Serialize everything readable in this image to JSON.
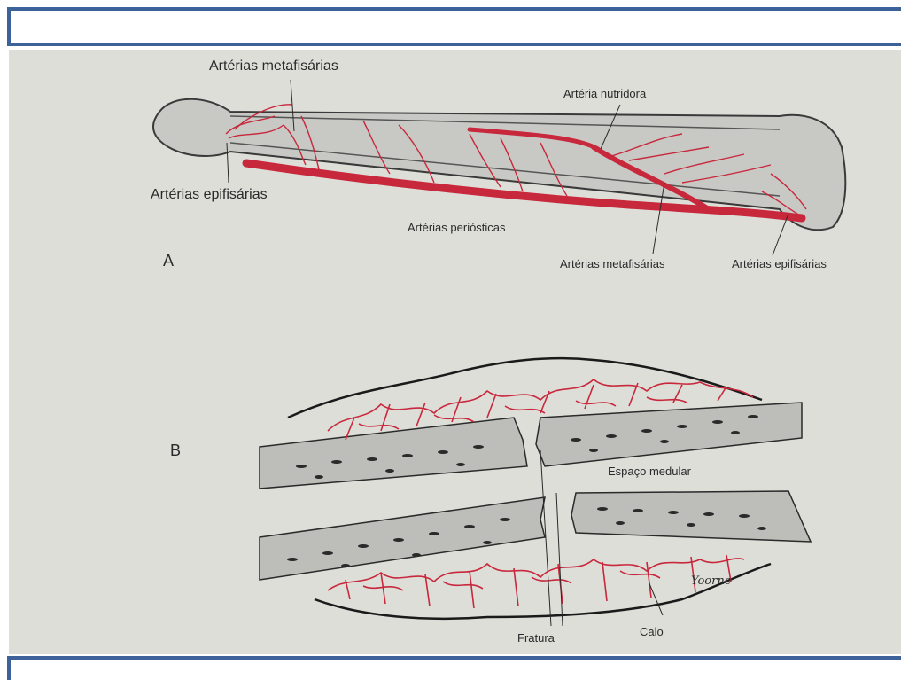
{
  "panel_a": {
    "letter": "A",
    "labels": {
      "metaphyseal_top": "Artérias metafisárias",
      "nutrient": "Artéria nutridora",
      "epiphyseal_left": "Artérias epifisárias",
      "periosteal": "Artérias periósticas",
      "metaphyseal_bottom": "Artérias metafisárias",
      "epiphyseal_right": "Artérias epifisárias"
    }
  },
  "panel_b": {
    "letter": "B",
    "labels": {
      "medullary_space": "Espaço medular",
      "fracture": "Fratura",
      "callus": "Calo",
      "signature": "Yoorne"
    }
  },
  "colors": {
    "frame": "#3d6299",
    "paper": "#dcdcd6",
    "artery": "#c8283c",
    "bone": "#c4c4c0",
    "ink": "#2a2a2a"
  }
}
